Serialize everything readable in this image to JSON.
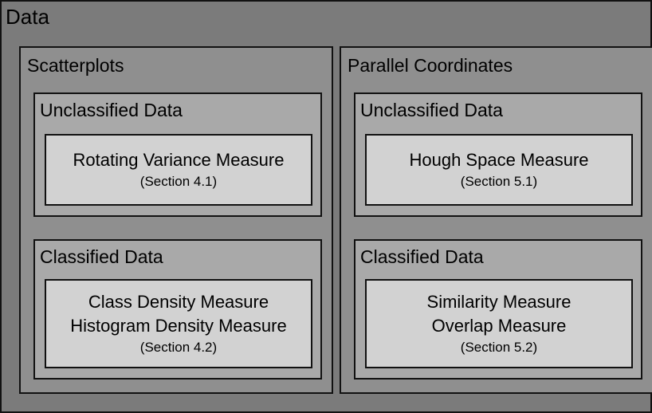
{
  "title": "Data",
  "columns": [
    {
      "title": "Scatterplots",
      "groups": [
        {
          "title": "Unclassified Data",
          "lines": [
            "Rotating Variance Measure"
          ],
          "ref": "(Section 4.1)"
        },
        {
          "title": "Classified Data",
          "lines": [
            "Class Density Measure",
            "Histogram Density Measure"
          ],
          "ref": "(Section 4.2)"
        }
      ]
    },
    {
      "title": "Parallel Coordinates",
      "groups": [
        {
          "title": "Unclassified Data",
          "lines": [
            "Hough Space Measure"
          ],
          "ref": "(Section 5.1)"
        },
        {
          "title": "Classified Data",
          "lines": [
            "Similarity Measure",
            "Overlap Measure"
          ],
          "ref": "(Section 5.2)"
        }
      ]
    }
  ]
}
